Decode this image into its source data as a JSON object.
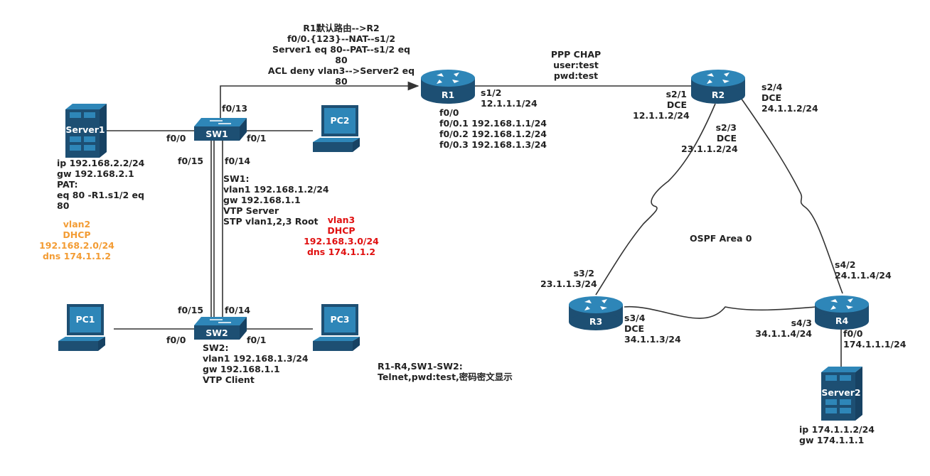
{
  "colors": {
    "orange": "#f39c34",
    "red": "#e01010",
    "device_dark": "#1d4f73",
    "device_light": "#2e86b8",
    "text": "#222222"
  },
  "devices": {
    "r1": "R1",
    "r2": "R2",
    "r3": "R3",
    "r4": "R4",
    "sw1": "SW1",
    "sw2": "SW2",
    "pc1": "PC1",
    "pc2": "PC2",
    "pc3": "PC3",
    "server1": "Server1",
    "server2": "Server2"
  },
  "r1_note": [
    "R1默认路由-->R2",
    "f0/0.{123}--NAT--s1/2",
    "Server1 eq 80--PAT--s1/2 eq",
    "80",
    "ACL deny vlan3-->Server2 eq",
    "80"
  ],
  "ppp": [
    "PPP CHAP",
    "user:test",
    "pwd:test"
  ],
  "r1_s12": [
    "s1/2",
    "12.1.1.1/24"
  ],
  "r1_f00": [
    "f0/0",
    "f0/0.1 192.168.1.1/24",
    "f0/0.2 192.168.1.2/24",
    "f0/0.3 192.168.1.3/24"
  ],
  "r2_s21": [
    "s2/1",
    "DCE",
    "12.1.1.2/24"
  ],
  "r2_s24": [
    "s2/4",
    "DCE",
    "24.1.1.2/24"
  ],
  "r2_s23": [
    "s2/3",
    "DCE",
    "23.1.1.2/24"
  ],
  "r3_s32": [
    "s3/2",
    "23.1.1.3/24"
  ],
  "r3_s34": [
    "s3/4",
    "DCE",
    "34.1.1.3/24"
  ],
  "r4_s42": [
    "s4/2",
    "24.1.1.4/24"
  ],
  "r4_s43": [
    "s4/3",
    "34.1.1.4/24"
  ],
  "r4_f00": [
    "f0/0",
    "174.1.1.1/24"
  ],
  "ospf": "OSPF Area 0",
  "server2_info": [
    "ip 174.1.1.2/24",
    "gw 174.1.1.1"
  ],
  "server1_info": [
    "ip 192.168.2.2/24",
    "gw 192.168.2.1",
    "PAT:",
    "eq 80 -R1.s1/2 eq",
    "80"
  ],
  "vlan2": [
    "vlan2",
    "DHCP",
    "192.168.2.0/24",
    "dns 174.1.1.2"
  ],
  "vlan3": [
    "vlan3",
    "DHCP",
    "192.168.3.0/24",
    "dns 174.1.1.2"
  ],
  "sw1_info": [
    "SW1:",
    "vlan1 192.168.1.2/24",
    "gw 192.168.1.1",
    "VTP Server",
    "STP vlan1,2,3 Root"
  ],
  "sw2_info": [
    "SW2:",
    "vlan1 192.168.1.3/24",
    "gw 192.168.1.1",
    "VTP Client"
  ],
  "telnet": [
    "R1-R4,SW1-SW2:",
    "Telnet,pwd:test,密码密文显示"
  ],
  "ports": {
    "sw1_f00": "f0/0",
    "sw1_f01": "f0/1",
    "sw1_f013": "f0/13",
    "sw1_f014": "f0/14",
    "sw1_f015": "f0/15",
    "sw2_f00": "f0/0",
    "sw2_f01": "f0/1",
    "sw2_f014": "f0/14",
    "sw2_f015": "f0/15"
  }
}
